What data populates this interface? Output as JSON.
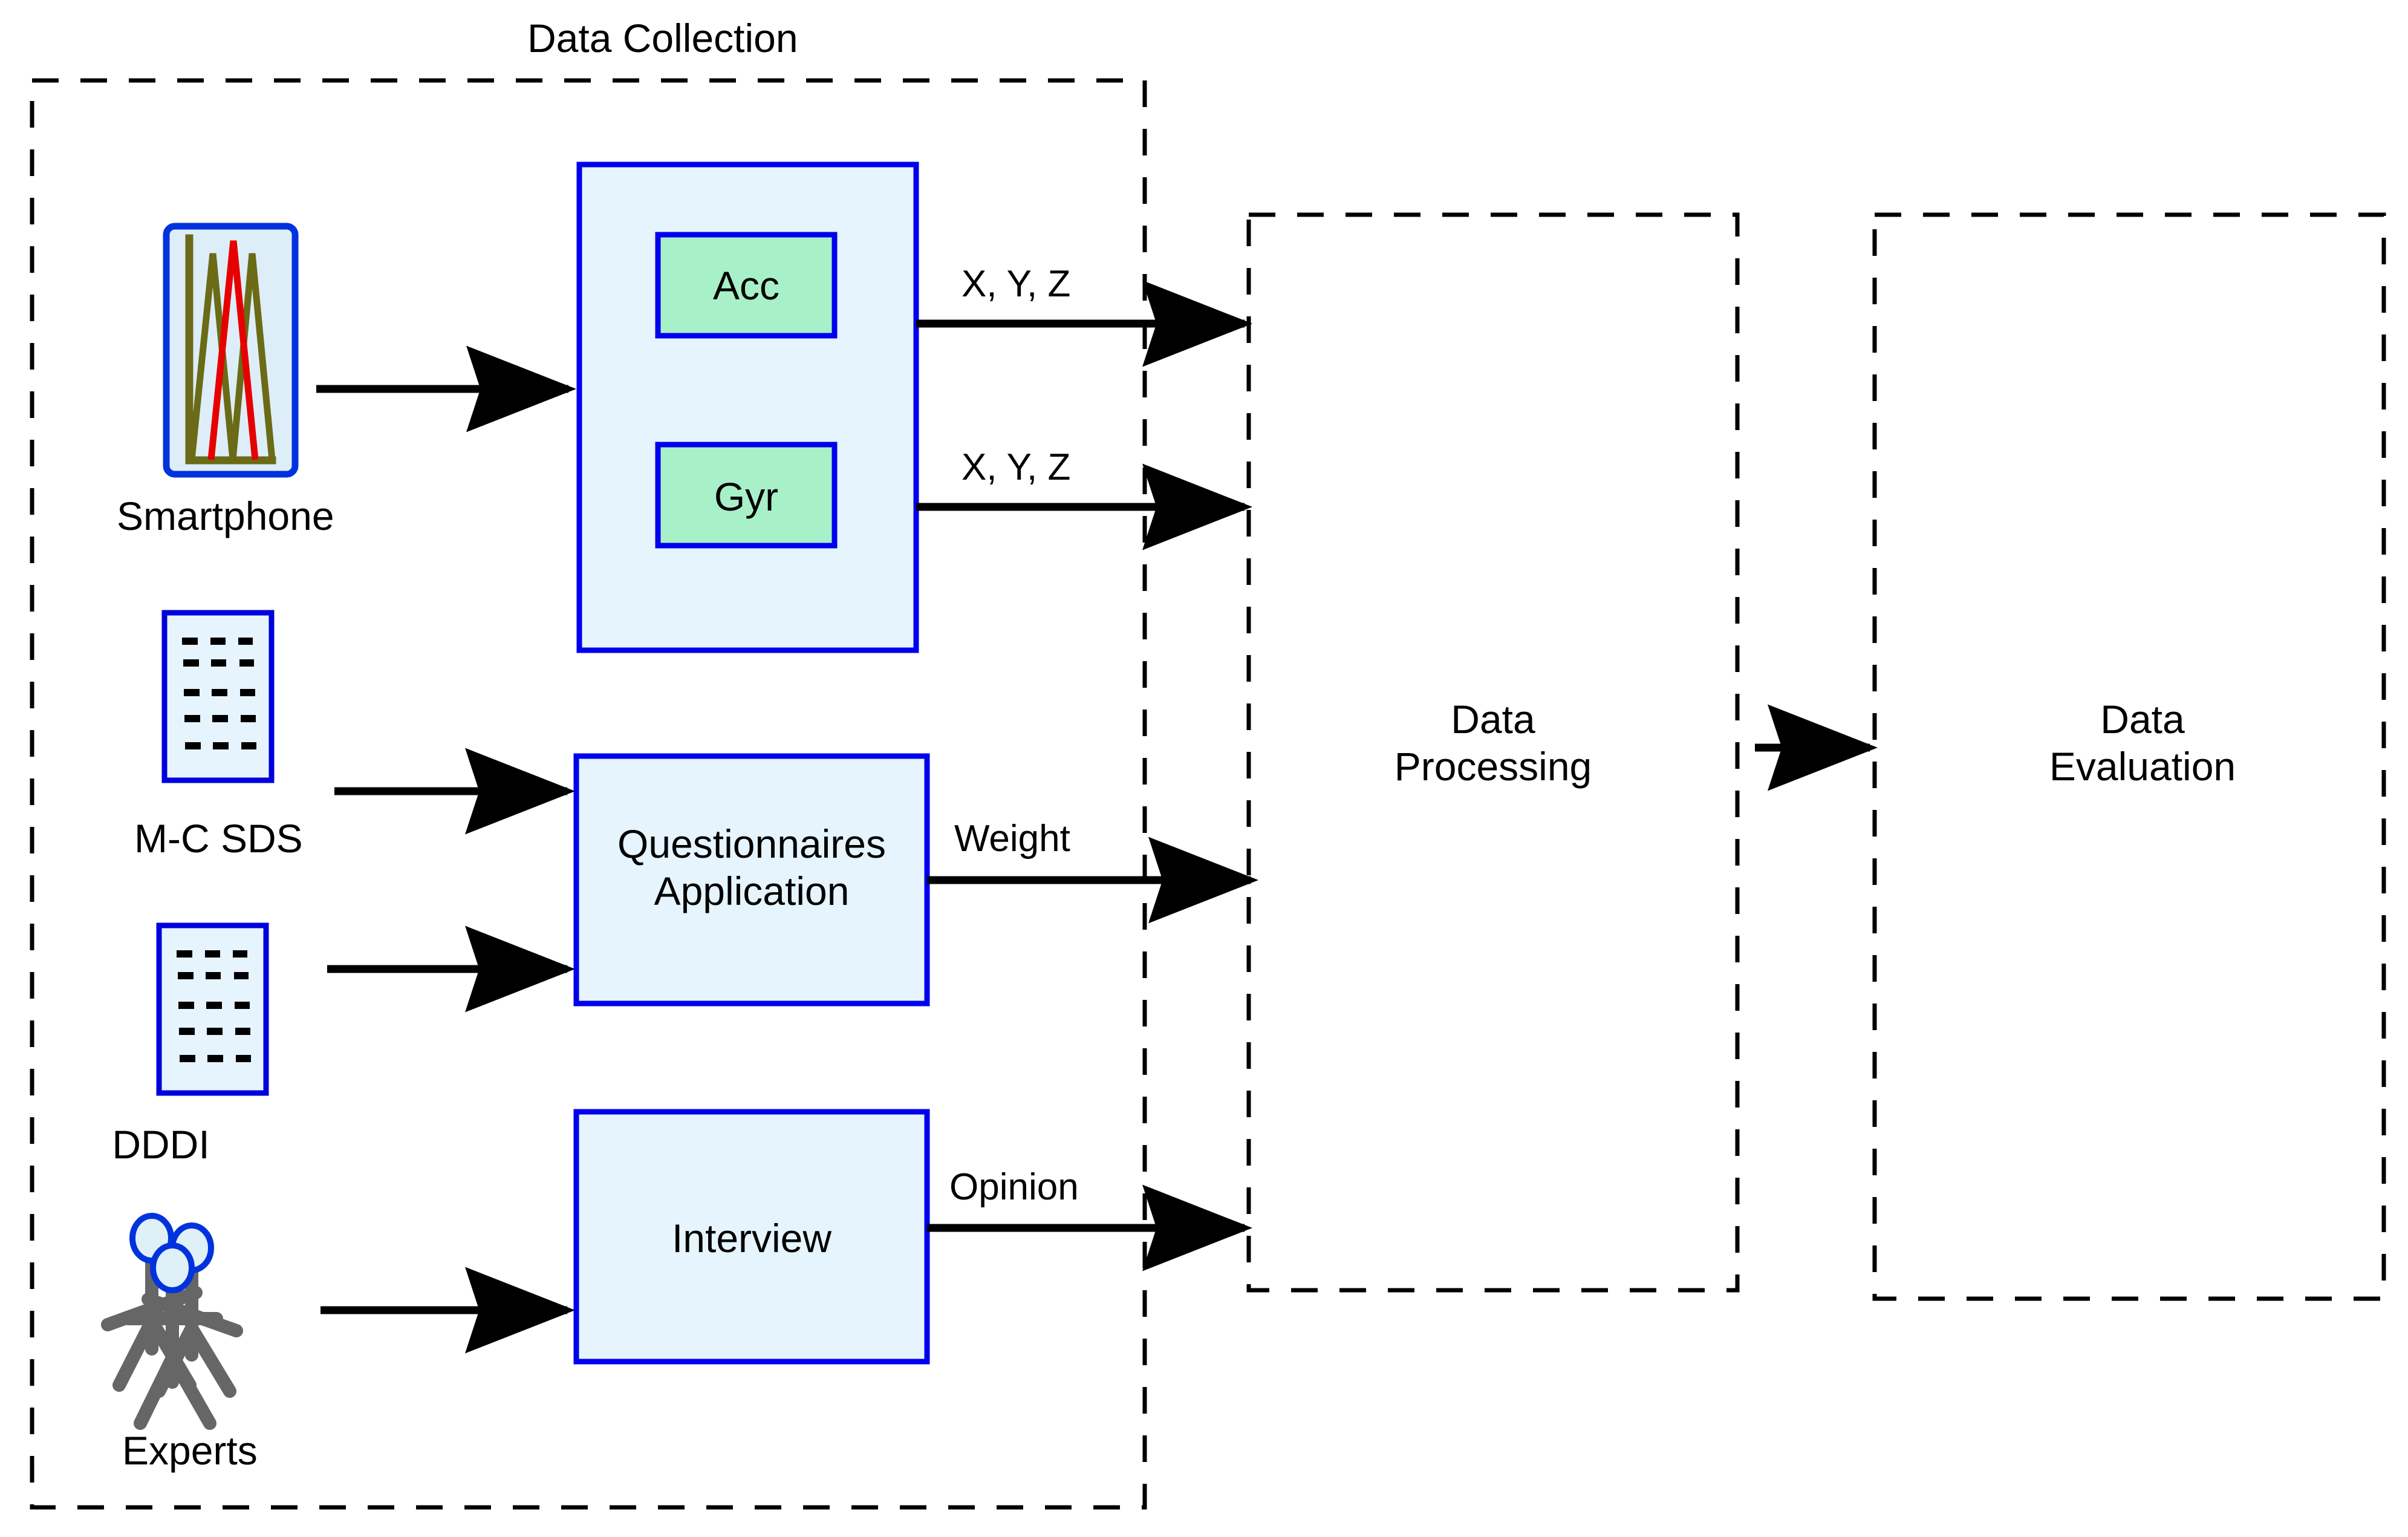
{
  "diagram": {
    "title_text": "Data Collection",
    "groups": [
      {
        "id": "data-collection",
        "label": "Data Collection",
        "style": "dashed",
        "label_position": "outside-top-center"
      },
      {
        "id": "data-processing",
        "label": "Data\nProcessing",
        "style": "dashed",
        "label_position": "center"
      },
      {
        "id": "data-evaluation",
        "label": "Data\nEvaluation",
        "style": "dashed",
        "label_position": "center"
      }
    ],
    "group_labels": {
      "data_processing_line1": "Data",
      "data_processing_line2": "Processing",
      "data_evaluation_line1": "Data",
      "data_evaluation_line2": "Evaluation"
    },
    "sources": [
      {
        "id": "smartphone",
        "label": "Smartphone",
        "icon": "smartphone-chart-icon"
      },
      {
        "id": "mc-sds",
        "label": "M-C SDS",
        "icon": "questionnaire-document-icon"
      },
      {
        "id": "dddi",
        "label": "DDDI",
        "icon": "questionnaire-document-icon"
      },
      {
        "id": "experts",
        "label": "Experts",
        "icon": "people-group-icon"
      }
    ],
    "nodes": [
      {
        "id": "sensor-container",
        "label": ""
      },
      {
        "id": "acc",
        "label": "Acc"
      },
      {
        "id": "gyr",
        "label": "Gyr"
      },
      {
        "id": "questionnaires-application",
        "label_line1": "Questionnaires",
        "label_line2": "Application"
      },
      {
        "id": "interview",
        "label": "Interview"
      }
    ],
    "edges": [
      {
        "id": "smartphone-to-sensors",
        "label": "",
        "from": "smartphone",
        "to": "sensor-container"
      },
      {
        "id": "acc-to-processing",
        "label": "X, Y, Z",
        "from": "acc",
        "to": "data-processing"
      },
      {
        "id": "gyr-to-processing",
        "label": "X, Y, Z",
        "from": "gyr",
        "to": "data-processing"
      },
      {
        "id": "mcsds-to-questionnaires",
        "label": "",
        "from": "mc-sds",
        "to": "questionnaires-application"
      },
      {
        "id": "dddi-to-questionnaires",
        "label": "",
        "from": "dddi",
        "to": "questionnaires-application"
      },
      {
        "id": "questionnaires-to-processing",
        "label": "Weight",
        "from": "questionnaires-application",
        "to": "data-processing"
      },
      {
        "id": "experts-to-interview",
        "label": "",
        "from": "experts",
        "to": "interview"
      },
      {
        "id": "interview-to-processing",
        "label": "Opinion",
        "from": "interview",
        "to": "data-processing"
      },
      {
        "id": "processing-to-evaluation",
        "label": "",
        "from": "data-processing",
        "to": "data-evaluation"
      }
    ],
    "edge_labels": {
      "acc_signal": "X, Y, Z",
      "gyr_signal": "X, Y, Z",
      "weight": "Weight",
      "opinion": "Opinion"
    },
    "colors": {
      "node_fill": "#e6f4fd",
      "node_stroke": "#0000ff",
      "sensor_fill": "#a8f0c8",
      "sensor_stroke": "#0000ff",
      "group_stroke": "#000000",
      "arrow": "#000000",
      "text": "#000000",
      "person_body": "#666666",
      "person_head_fill": "#dff0f7",
      "person_head_stroke": "#0033dd",
      "chart_line_olive": "#6b6b17",
      "chart_line_red": "#e60000",
      "phone_fill": "#ddeef8",
      "phone_stroke": "#0033dd",
      "doc_dash": "#000000"
    }
  }
}
